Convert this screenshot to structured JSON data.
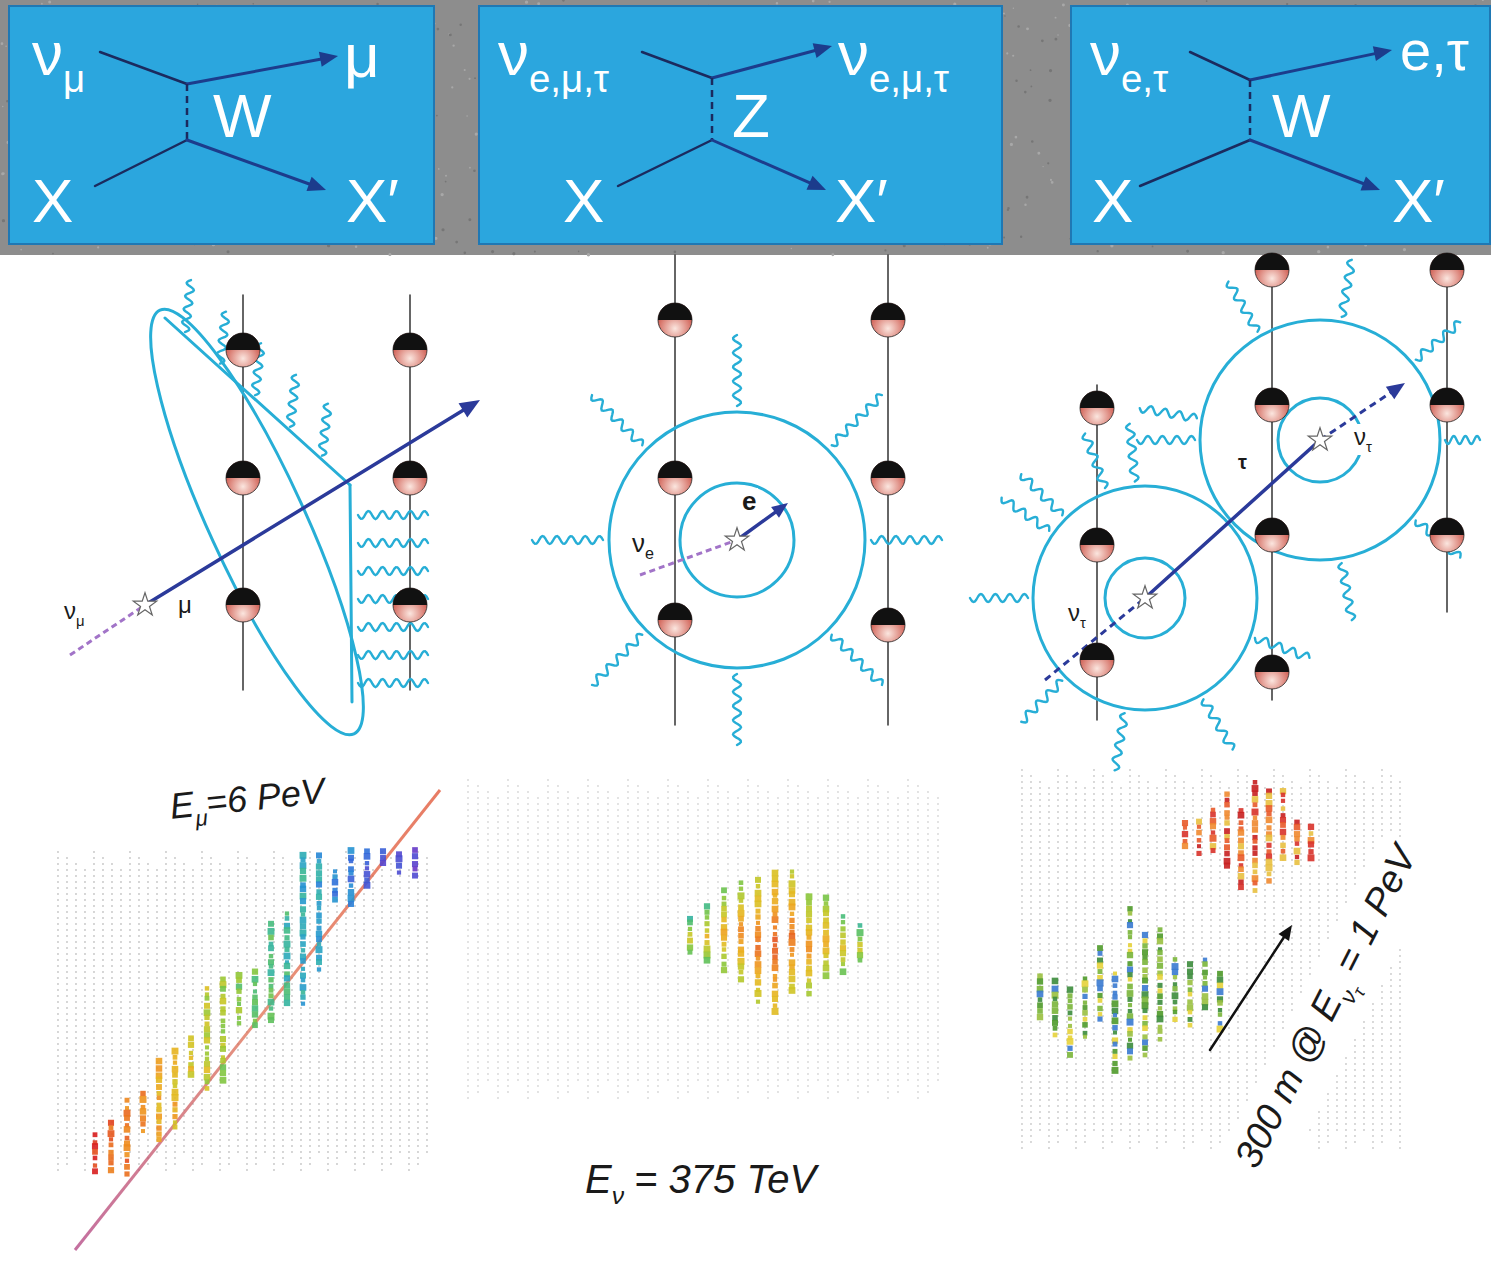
{
  "diagram": {
    "nodes": [
      {
        "text": [
          "ν",
          "μ",
          "μ",
          "W",
          "X",
          "X′"
        ]
      },
      {
        "text": [
          "ν",
          "e,μ,τ",
          "ν",
          "e,μ,τ",
          "Z",
          "X",
          "X′"
        ]
      },
      {
        "text": [
          "ν",
          "e,τ",
          "e,τ",
          "W",
          "X",
          "X′"
        ]
      }
    ],
    "labels": [
      "ν",
      "μ",
      "μ",
      "ν",
      "e",
      "e",
      "ν",
      "τ",
      "τ",
      "ν",
      "τ",
      "E",
      "μ",
      "=6 PeV",
      "E",
      "ν",
      "= 375 TeV",
      "300 m @ E",
      "ν",
      "τ",
      "= 1 PeV"
    ]
  }
}
